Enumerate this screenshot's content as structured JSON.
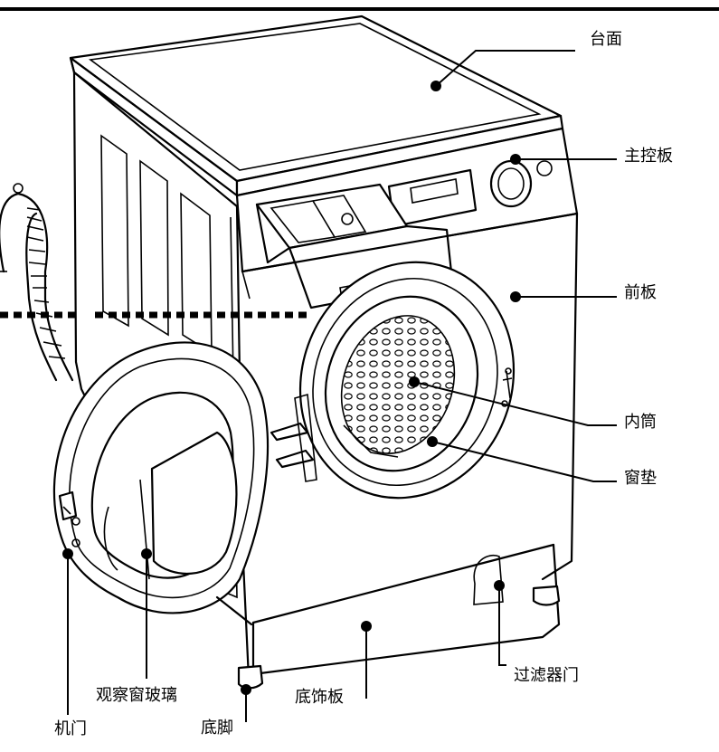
{
  "labels": {
    "countertop": "台面",
    "control_panel": "主控板",
    "front_panel": "前板",
    "inner_drum": "内筒",
    "door_gasket": "窗垫",
    "filter_door": "过滤器门",
    "base_trim": "底饰板",
    "viewing_glass": "观察窗玻璃",
    "door": "机门",
    "foot": "底脚"
  },
  "colors": {
    "line": "#000000",
    "background": "#ffffff"
  }
}
